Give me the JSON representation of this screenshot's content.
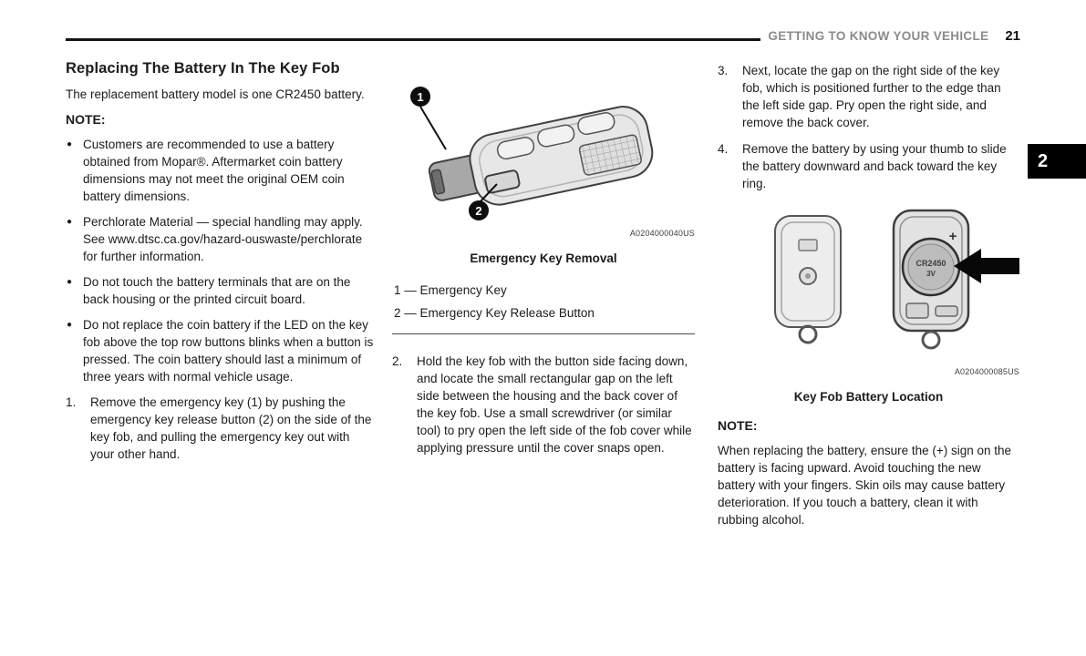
{
  "header": {
    "section_title": "GETTING TO KNOW YOUR VEHICLE",
    "page_number": "21",
    "chapter_tab": "2"
  },
  "left_column": {
    "heading": "Replacing The Battery In The Key Fob",
    "intro": "The replacement battery model is one CR2450 battery.",
    "note_label": "NOTE:",
    "bullets": [
      "Customers are recommended to use a battery obtained from Mopar®. Aftermarket coin battery dimensions may not meet the original OEM coin battery dimensions.",
      "Perchlorate Material — special handling may apply. See www.dtsc.ca.gov/hazard-ouswaste/perchlorate for further information.",
      "Do not touch the battery terminals that are on the back housing or the printed circuit board.",
      "Do not replace the coin battery if the LED on the key fob above the top row buttons blinks when a button is pressed. The coin battery should last a minimum of three years with normal vehicle usage."
    ],
    "steps": [
      {
        "num": "1.",
        "text": "Remove the emergency key (1) by pushing the emergency key release button (2) on the side of the key fob, and pulling the emergency key out with your other hand."
      }
    ]
  },
  "middle_column": {
    "figure": {
      "code": "A0204000040US",
      "caption": "Emergency Key Removal",
      "callout_1": "1",
      "callout_2": "2"
    },
    "legend": [
      "1 — Emergency Key",
      "2 — Emergency Key Release Button"
    ],
    "steps": [
      {
        "num": "2.",
        "text": "Hold the key fob with the button side facing down, and locate the small rectangular gap on the left side between the housing and the back cover of the key fob. Use a small screwdriver (or similar tool) to pry open the left side of the fob cover while applying pressure until the cover snaps open."
      }
    ]
  },
  "right_column": {
    "steps": [
      {
        "num": "3.",
        "text": "Next, locate the gap on the right side of the key fob, which is positioned further to the edge than the left side gap. Pry open the right side, and remove the back cover."
      },
      {
        "num": "4.",
        "text": "Remove the battery by using your thumb to slide the battery downward and back toward the key ring."
      }
    ],
    "figure": {
      "code": "A0204000085US",
      "caption": "Key Fob Battery Location",
      "battery_label": "CR2450",
      "battery_voltage": "3V",
      "plus_sign": "+"
    },
    "note_label": "NOTE:",
    "note_text": "When replacing the battery, ensure the (+) sign on the battery is facing upward. Avoid touching the new battery with your fingers. Skin oils may cause battery deterioration. If you touch a battery, clean it with rubbing alcohol."
  },
  "colors": {
    "header_gray": "#8b8b8b",
    "text": "#1c1c1c",
    "tab_background": "#000000"
  }
}
